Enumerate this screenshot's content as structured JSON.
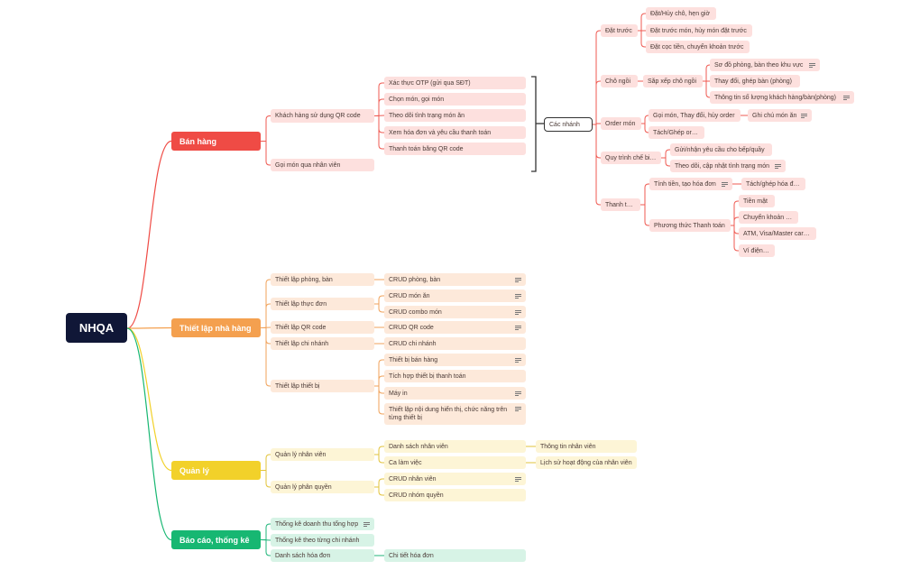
{
  "root": "NHQA",
  "branches": {
    "sales": {
      "label": "Bán hàng",
      "color": "#ef4b45",
      "qr_customer": "Khách hàng sử dụng QR code",
      "qr_steps": [
        "Xác thực OTP (gửi qua SĐT)",
        "Chọn món, gọi món",
        "Theo dõi tình trạng món ăn",
        "Xem hóa đơn và yêu cầu thanh toán",
        "Thanh toán bằng QR code"
      ],
      "staff_order": "Gọi món qua nhân viên",
      "branch_label": "Các nhánh",
      "reserve": {
        "label": "Đặt trước",
        "items": [
          "Đặt/Hủy chỗ, hẹn giờ",
          "Đặt trước món, hủy món đặt trước",
          "Đặt cọc tiền, chuyển khoản trước"
        ]
      },
      "seating": {
        "label": "Chỗ ngồi",
        "arrange": "Sắp xếp chỗ ngồi",
        "items": [
          "Sơ đồ phòng, bàn theo khu vực",
          "Thay đổi, ghép bàn (phòng)",
          "Thông tin số lượng khách hàng/bàn(phòng)"
        ]
      },
      "order": {
        "label": "Order món",
        "call": "Gọi món, Thay đổi, hủy order",
        "note": "Ghi chú món ăn",
        "split": "Tách/Ghép order"
      },
      "kitchen": {
        "label": "Quy trình chế biến",
        "items": [
          "Gửi/nhận yêu cầu cho bếp/quầy",
          "Theo dõi, cập nhật tình trạng món"
        ]
      },
      "payment": {
        "label": "Thanh toán",
        "calc": "Tính tiền, tạo hóa đơn",
        "split_bill": "Tách/ghép hóa đơn",
        "methods": "Phương thức Thanh toán",
        "method_items": [
          "Tiền mặt",
          "Chuyển khoản QR",
          "ATM, Visa/Master card...",
          "Ví điện tử"
        ]
      }
    },
    "setup": {
      "label": "Thiết lập nhà hàng",
      "color": "#f4a04f",
      "rooms": "Thiết lập phòng, bàn",
      "rooms_crud": "CRUD phòng, bàn",
      "menu": "Thiết lập thực đơn",
      "menu_items": [
        "CRUD món ăn",
        "CRUD combo món"
      ],
      "qr": "Thiết lập QR code",
      "qr_crud": "CRUD QR code",
      "branch": "Thiết lập chi nhánh",
      "branch_crud": "CRUD chi nhánh",
      "device": "Thiết lập thiết bị",
      "device_items": [
        "Thiết bị bán hàng",
        "Tích hợp thiết bị thanh toán",
        "Máy in",
        "Thiết lập nội dung hiển thị, chức năng trên từng thiết bị"
      ]
    },
    "manage": {
      "label": "Quản lý",
      "color": "#f2d12a",
      "staff": "Quản lý nhân viên",
      "staff_list": "Danh sách nhân viên",
      "staff_info": "Thông tin nhân viên",
      "shift": "Ca làm việc",
      "activity": "Lịch sử hoạt động của nhân viên",
      "perm": "Quản lý phân quyền",
      "perm_items": [
        "CRUD nhân viên",
        "CRUD nhóm quyền"
      ]
    },
    "report": {
      "label": "Báo cáo, thống kê",
      "color": "#17b772",
      "items": [
        "Thống kê doanh thu tổng hợp",
        "Thống kê theo từng chi nhánh",
        "Danh sách hóa đơn"
      ],
      "invoice_detail": "Chi tiết hóa đơn"
    }
  }
}
